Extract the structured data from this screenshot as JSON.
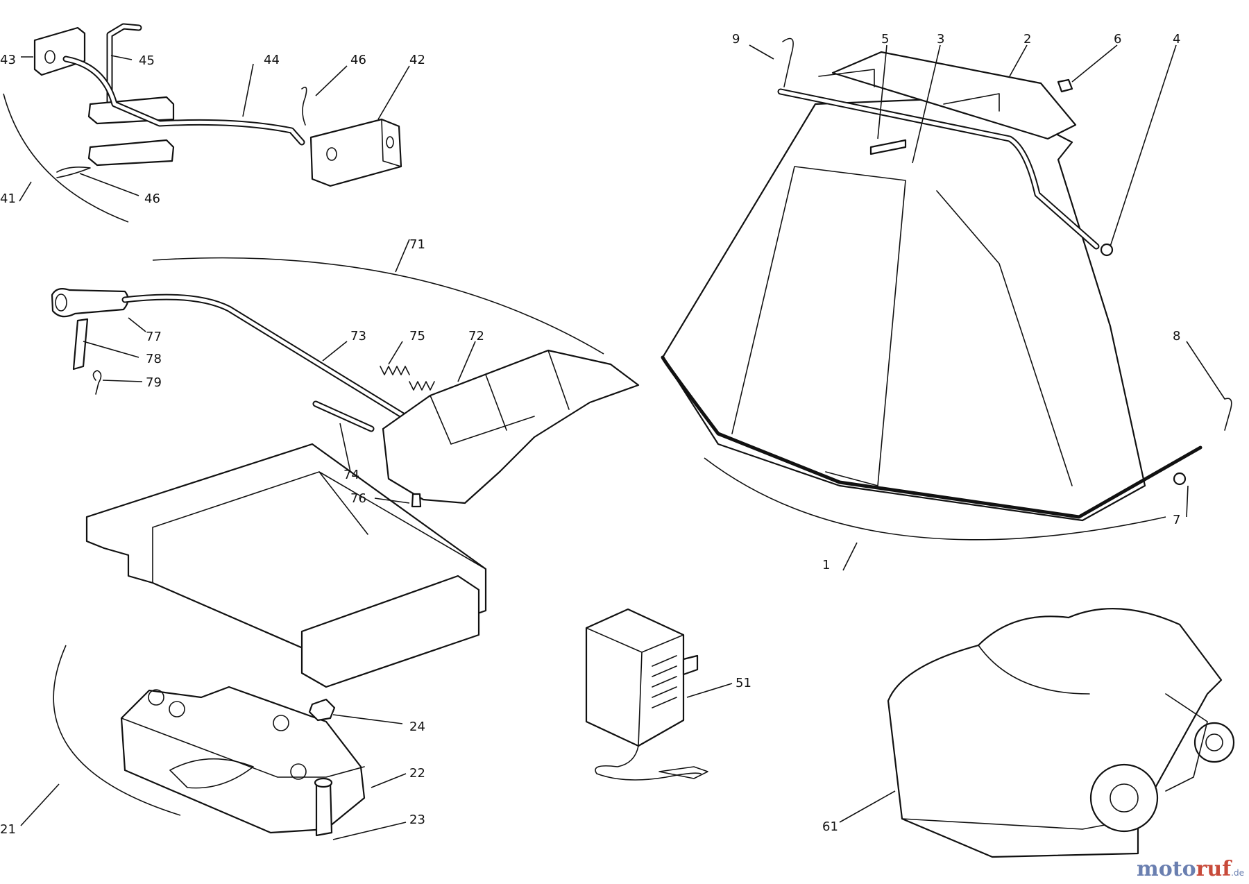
{
  "diagram": {
    "callouts": {
      "c1": "1",
      "c2": "2",
      "c3": "3",
      "c4": "4",
      "c5": "5",
      "c6": "6",
      "c7": "7",
      "c8": "8",
      "c9": "9",
      "c21": "21",
      "c22": "22",
      "c23": "23",
      "c24": "24",
      "c41": "41",
      "c42": "42",
      "c43": "43",
      "c44": "44",
      "c45": "45",
      "c46a": "46",
      "c46b": "46",
      "c51": "51",
      "c61": "61",
      "c71": "71",
      "c72": "72",
      "c73": "73",
      "c74": "74",
      "c75": "75",
      "c76": "76",
      "c77": "77",
      "c78": "78",
      "c79": "79"
    }
  },
  "watermark": {
    "part1": "moto",
    "part2": "ruf",
    "suffix": ".de"
  },
  "colors": {
    "line": "#111111",
    "watermark_blue": "#6a7fb0",
    "watermark_red": "#c84a3a"
  }
}
